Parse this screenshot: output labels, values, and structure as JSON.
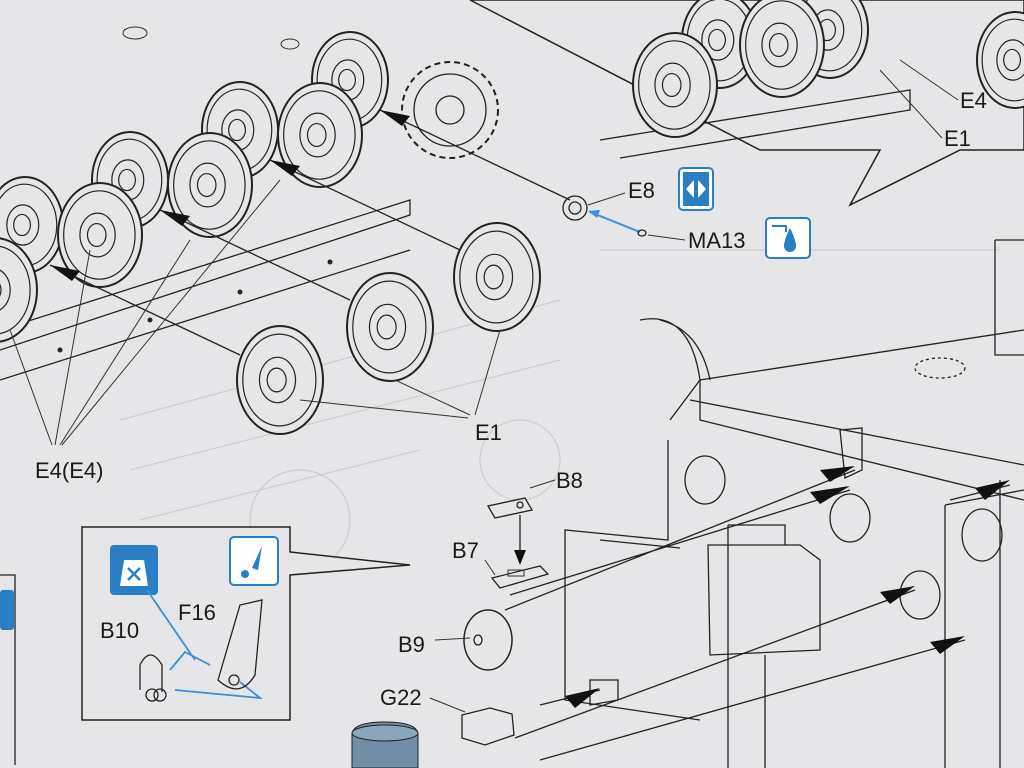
{
  "labels": {
    "e4_top": "E4",
    "e1_top": "E1",
    "e8": "E8",
    "ma13": "MA13",
    "e4_e4": "E4(E4)",
    "e1_mid": "E1",
    "b8": "B8",
    "b7": "B7",
    "b9": "B9",
    "g22": "G22",
    "b10": "B10",
    "f16": "F16"
  },
  "icons": {
    "e8_icon": "symmetric-assembly-icon",
    "ma13_icon": "apply-glue-icon",
    "inset_left_icon": "no-glue-icon",
    "inset_right_icon": "attention-icon"
  },
  "colors": {
    "paper": "#e6e6e8",
    "line": "#222222",
    "icon_blue": "#2a7fc4",
    "guide_blue": "#3b8fd8",
    "part_gray_blue": "#6f8fa6"
  }
}
